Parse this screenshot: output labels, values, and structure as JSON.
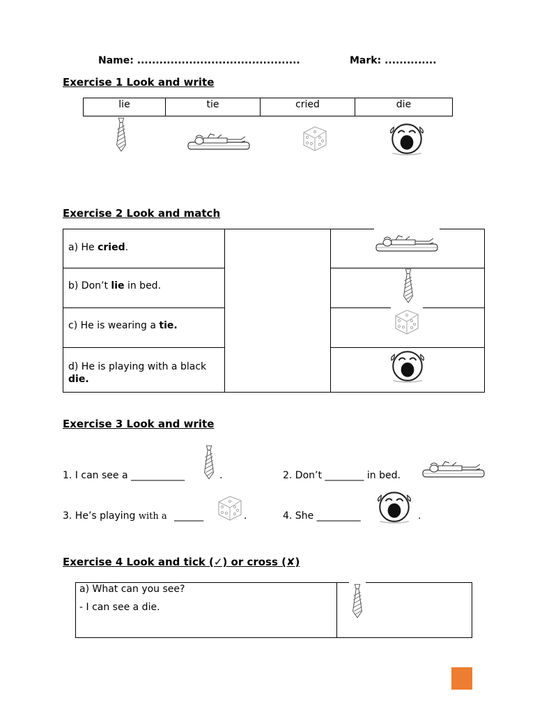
{
  "header": {
    "name_label": "Name:",
    "name_dots": "............................................",
    "mark_label": "Mark:",
    "mark_dots": ".............."
  },
  "ex1": {
    "title": "Exercise 1  Look and write",
    "words": [
      "lie",
      "tie",
      "cried",
      "die"
    ]
  },
  "ex2": {
    "title": "Exercise 2 Look and match",
    "rows": [
      {
        "pre": "a) He ",
        "bold": "cried",
        "post": "."
      },
      {
        "pre": "b) Don’t ",
        "bold": "lie",
        "post": " in bed."
      },
      {
        "pre": "c) He is wearing a ",
        "bold": "tie.",
        "post": ""
      },
      {
        "pre": "d) He is playing with a black ",
        "bold": "die.",
        "post": ""
      }
    ]
  },
  "ex3": {
    "title": "Exercise 3 Look and write",
    "s1_pre": "1. I can see a ",
    "s1_blank": "___________",
    "s1_post": ".",
    "s2_pre": "2.  Don’t ",
    "s2_blank": "________",
    "s2_post": " in bed.",
    "s3_pre": "3. He’s playing ",
    "s3_with": "with a",
    "s3_blank": "______",
    "s3_post": ".",
    "s4_pre": "4. She ",
    "s4_blank": "_________",
    "s4_post": "."
  },
  "ex4": {
    "title": "Exercise 4 Look and tick (✓) or cross (✘)",
    "question": "a) What can you see?",
    "answer": "- I can see a die."
  },
  "colors": {
    "accent": "#ed7d31"
  }
}
